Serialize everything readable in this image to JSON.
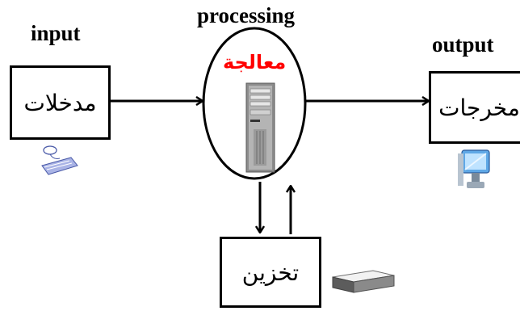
{
  "headings": {
    "input": "input",
    "processing": "processing",
    "output": "output"
  },
  "boxes": {
    "input": "مدخلات",
    "processing": "معالجة",
    "output": "مخرجات",
    "storage": "تخزين"
  },
  "colors": {
    "processing_label": "#ff0000",
    "stroke": "#000000"
  },
  "icons": {
    "input": "keyboard-mouse-icon",
    "processing": "computer-tower-icon",
    "output": "monitor-icon",
    "storage": "hard-drive-icon"
  }
}
